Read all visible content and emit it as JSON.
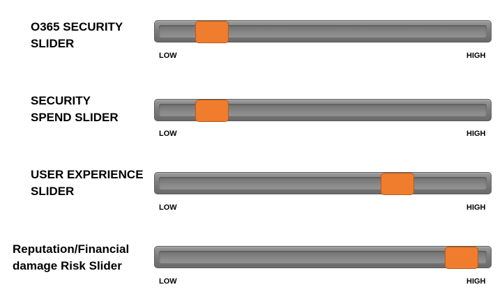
{
  "colors": {
    "thumb": "#f07c2e",
    "track": "#7d7d7d"
  },
  "sliders": [
    {
      "label": "O365 SECURITY\nSLIDER",
      "low_label": "LOW",
      "high_label": "HIGH",
      "level": 0.17
    },
    {
      "label": "SECURITY\nSPEND SLIDER",
      "low_label": "LOW",
      "high_label": "HIGH",
      "level": 0.17
    },
    {
      "label": "USER EXPERIENCE\nSLIDER",
      "low_label": "LOW",
      "high_label": "HIGH",
      "level": 0.72
    },
    {
      "label": "Reputation/Financial\ndamage Risk Slider",
      "low_label": "LOW",
      "high_label": "HIGH",
      "level": 0.91
    }
  ]
}
